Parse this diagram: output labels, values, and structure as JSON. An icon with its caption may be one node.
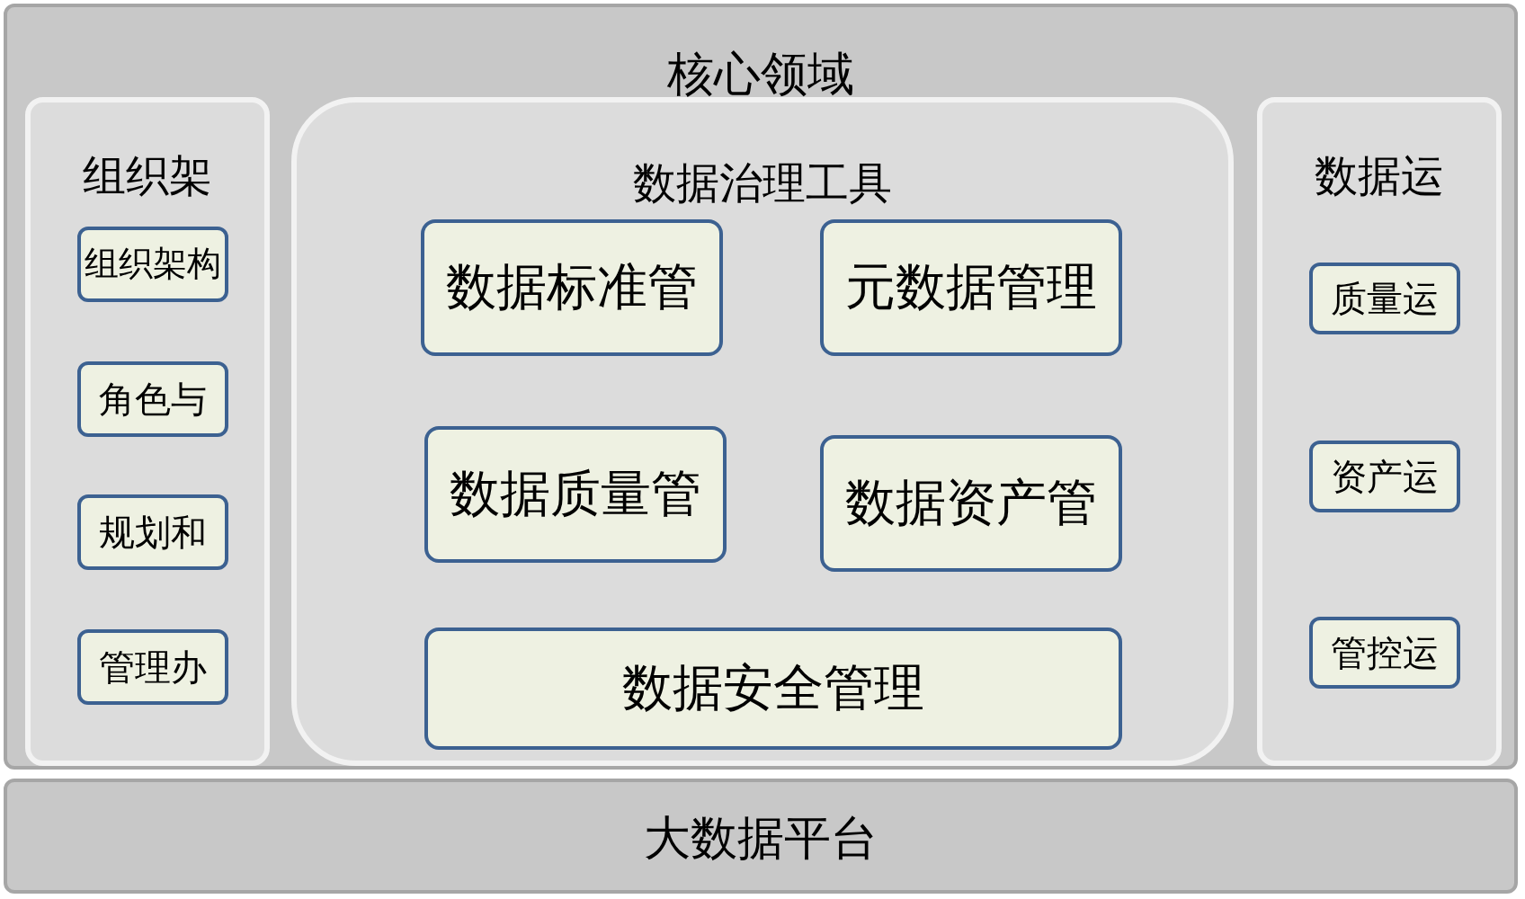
{
  "diagram": {
    "nodes": [
      {
        "text": [
          "核心领域"
        ]
      },
      {
        "text": [
          "组织架"
        ],
        "in": 0
      },
      {
        "text": [
          "组织架构"
        ],
        "in": 1
      },
      {
        "text": [
          "角色与"
        ],
        "in": 1
      },
      {
        "text": [
          "规划和"
        ],
        "in": 1
      },
      {
        "text": [
          "管理办"
        ],
        "in": 1
      },
      {
        "text": [
          "数据治理工具"
        ],
        "in": 0
      },
      {
        "text": [
          "数据标准管"
        ],
        "in": 6
      },
      {
        "text": [
          "元数据管理"
        ],
        "in": 6
      },
      {
        "text": [
          "数据质量管"
        ],
        "in": 6
      },
      {
        "text": [
          "数据资产管"
        ],
        "in": 6
      },
      {
        "text": [
          "数据安全管理"
        ],
        "in": 6
      },
      {
        "text": [
          "数据运"
        ],
        "in": 0
      },
      {
        "text": [
          "质量运"
        ],
        "in": 12
      },
      {
        "text": [
          "资产运"
        ],
        "in": 12
      },
      {
        "text": [
          "管控运"
        ],
        "in": 12
      },
      {
        "text": [
          "大数据平台"
        ]
      }
    ]
  }
}
